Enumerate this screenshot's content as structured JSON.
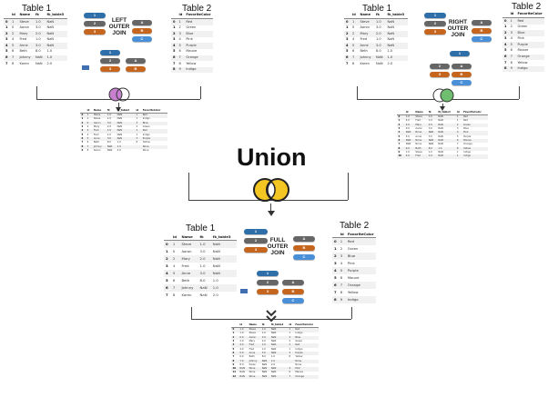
{
  "title": "Union",
  "colors": {
    "blue": "#2f6fa9",
    "gray": "#666666",
    "orange": "#c6661e",
    "lightblue": "#4a90d9",
    "accent": "#3f6fb0",
    "union_left": "#f3c623",
    "union_right": "#f3c623",
    "left_join": "#c77fd0",
    "right_join": "#6fbe6f"
  },
  "left": {
    "table1_title": "Table 1",
    "table2_title": "Table 2",
    "join_label_1": "LEFT",
    "join_label_2": "OUTER",
    "join_label_3": "JOIN",
    "t1_headers": [
      "id",
      "Name",
      "fk",
      "fk_table3"
    ],
    "t1_rows": [
      [
        "0",
        "1",
        "Steve",
        "1.0",
        "NaN"
      ],
      [
        "1",
        "0",
        "Aaron",
        "3.0",
        "NaN"
      ],
      [
        "2",
        "2",
        "Mary",
        "2.0",
        "NaN"
      ],
      [
        "3",
        "4",
        "Fred",
        "1.0",
        "NaN"
      ],
      [
        "4",
        "5",
        "Anne",
        "3.0",
        "NaN"
      ],
      [
        "5",
        "6",
        "Beth",
        "8.0",
        "1.0"
      ],
      [
        "6",
        "7",
        "Johnny",
        "NaN",
        "1.0"
      ],
      [
        "7",
        "8",
        "Karen",
        "NaN",
        "2.0"
      ]
    ],
    "t2_headers": [
      "id",
      "FavoriteColor"
    ],
    "t2_rows": [
      [
        "0",
        "1",
        "Red"
      ],
      [
        "1",
        "2",
        "Green"
      ],
      [
        "2",
        "3",
        "Blue"
      ],
      [
        "3",
        "4",
        "Pink"
      ],
      [
        "4",
        "5",
        "Purple"
      ],
      [
        "5",
        "6",
        "Mauve"
      ],
      [
        "6",
        "7",
        "Orange"
      ],
      [
        "7",
        "8",
        "Yellow"
      ],
      [
        "8",
        "9",
        "Indigo"
      ]
    ],
    "result_headers": [
      "id",
      "Name",
      "fk",
      "fk_table3",
      "id",
      "FavoriteColor"
    ],
    "result_rows": [
      [
        "0",
        "1",
        "Steve",
        "1.0",
        "NaN",
        "1",
        "Red"
      ],
      [
        "1",
        "1",
        "Steve",
        "1.0",
        "NaN",
        "1",
        "Indigo"
      ],
      [
        "2",
        "0",
        "Aaron",
        "3.0",
        "NaN",
        "3",
        "Blue"
      ],
      [
        "3",
        "2",
        "Mary",
        "2.0",
        "NaN",
        "2",
        "Green"
      ],
      [
        "4",
        "4",
        "Fred",
        "1.0",
        "NaN",
        "1",
        "Red"
      ],
      [
        "5",
        "4",
        "Fred",
        "1.0",
        "NaN",
        "1",
        "Indigo"
      ],
      [
        "6",
        "5",
        "Anne",
        "3.0",
        "NaN",
        "3",
        "Purple"
      ],
      [
        "7",
        "6",
        "Beth",
        "8.0",
        "1.0",
        "8",
        "Yellow"
      ],
      [
        "8",
        "7",
        "Johnny",
        "NaN",
        "1.0",
        "",
        "None"
      ],
      [
        "9",
        "8",
        "Karen",
        "NaN",
        "2.0",
        "",
        "None"
      ]
    ],
    "pills": [
      "1",
      "2",
      "3",
      "A",
      "B",
      "C"
    ]
  },
  "right": {
    "table1_title": "Table 1",
    "table2_title": "Table 2",
    "join_label_1": "RIGHT",
    "join_label_2": "OUTER",
    "join_label_3": "JOIN",
    "t1_headers": [
      "id",
      "Name",
      "fk",
      "fk_table3"
    ],
    "t1_rows": [
      [
        "0",
        "1",
        "Steve",
        "1.0",
        "NaN"
      ],
      [
        "1",
        "0",
        "Aaron",
        "3.0",
        "NaN"
      ],
      [
        "2",
        "2",
        "Mary",
        "2.0",
        "NaN"
      ],
      [
        "3",
        "4",
        "Fred",
        "1.0",
        "NaN"
      ],
      [
        "4",
        "5",
        "Anne",
        "3.0",
        "NaN"
      ],
      [
        "5",
        "6",
        "Beth",
        "8.0",
        "1.0"
      ],
      [
        "6",
        "7",
        "Johnny",
        "NaN",
        "1.0"
      ],
      [
        "7",
        "8",
        "Karen",
        "NaN",
        "2.0"
      ]
    ],
    "t2_headers": [
      "id",
      "FavoriteColor"
    ],
    "t2_rows": [
      [
        "0",
        "1",
        "Red"
      ],
      [
        "1",
        "2",
        "Green"
      ],
      [
        "2",
        "3",
        "Blue"
      ],
      [
        "3",
        "4",
        "Pink"
      ],
      [
        "4",
        "5",
        "Purple"
      ],
      [
        "5",
        "6",
        "Mauve"
      ],
      [
        "6",
        "7",
        "Orange"
      ],
      [
        "7",
        "8",
        "Yellow"
      ],
      [
        "8",
        "9",
        "Indigo"
      ]
    ],
    "result_headers": [
      "id",
      "Name",
      "fk",
      "fk_table3",
      "id",
      "FavoriteColor"
    ],
    "result_rows": [
      [
        "0",
        "1.0",
        "Steve",
        "1.0",
        "NaN",
        "1",
        "Red"
      ],
      [
        "1",
        "4.0",
        "Fred",
        "1.0",
        "NaN",
        "1",
        "Red"
      ],
      [
        "2",
        "2.0",
        "Mary",
        "2.0",
        "NaN",
        "2",
        "Green"
      ],
      [
        "3",
        "0.0",
        "Aaron",
        "3.0",
        "NaN",
        "3",
        "Blue"
      ],
      [
        "4",
        "NaN",
        "None",
        "NaN",
        "NaN",
        "4",
        "Pink"
      ],
      [
        "5",
        "5.0",
        "Anne",
        "3.0",
        "NaN",
        "5",
        "Purple"
      ],
      [
        "6",
        "NaN",
        "None",
        "NaN",
        "NaN",
        "6",
        "Mauve"
      ],
      [
        "7",
        "NaN",
        "None",
        "NaN",
        "NaN",
        "7",
        "Orange"
      ],
      [
        "8",
        "6.0",
        "Beth",
        "8.0",
        "1.0",
        "8",
        "Yellow"
      ],
      [
        "9",
        "1.0",
        "Steve",
        "1.0",
        "NaN",
        "1",
        "Indigo"
      ],
      [
        "10",
        "4.0",
        "Fred",
        "1.0",
        "NaN",
        "1",
        "Indigo"
      ]
    ],
    "pills": [
      "1",
      "2",
      "3",
      "A",
      "B",
      "C"
    ]
  },
  "full": {
    "table1_title": "Table 1",
    "table2_title": "Table 2",
    "join_label_1": "FULL",
    "join_label_2": "OUTER",
    "join_label_3": "JOIN",
    "t1_headers": [
      "id",
      "Name",
      "fk",
      "fk_table3"
    ],
    "t1_rows": [
      [
        "0",
        "1",
        "Steve",
        "1.0",
        "NaN"
      ],
      [
        "1",
        "0",
        "Aaron",
        "3.0",
        "NaN"
      ],
      [
        "2",
        "2",
        "Mary",
        "2.0",
        "NaN"
      ],
      [
        "3",
        "4",
        "Fred",
        "1.0",
        "NaN"
      ],
      [
        "4",
        "5",
        "Anne",
        "3.0",
        "NaN"
      ],
      [
        "5",
        "6",
        "Beth",
        "8.0",
        "1.0"
      ],
      [
        "6",
        "7",
        "Johnny",
        "NaN",
        "1.0"
      ],
      [
        "7",
        "8",
        "Karen",
        "NaN",
        "2.0"
      ]
    ],
    "t2_headers": [
      "id",
      "FavoriteColor"
    ],
    "t2_rows": [
      [
        "0",
        "1",
        "Red"
      ],
      [
        "1",
        "2",
        "Green"
      ],
      [
        "2",
        "3",
        "Blue"
      ],
      [
        "3",
        "4",
        "Pink"
      ],
      [
        "4",
        "5",
        "Purple"
      ],
      [
        "5",
        "6",
        "Mauve"
      ],
      [
        "6",
        "7",
        "Orange"
      ],
      [
        "7",
        "8",
        "Yellow"
      ],
      [
        "8",
        "9",
        "Indigo"
      ]
    ],
    "result_headers": [
      "id",
      "Name",
      "fk",
      "fk_table3",
      "id",
      "FavoriteColor"
    ],
    "result_rows": [
      [
        "0",
        "1.0",
        "Steve",
        "1.0",
        "NaN",
        "1",
        "Red"
      ],
      [
        "1",
        "1.0",
        "Steve",
        "1.0",
        "NaN",
        "1",
        "Indigo"
      ],
      [
        "2",
        "0.0",
        "Aaron",
        "3.0",
        "NaN",
        "3",
        "Blue"
      ],
      [
        "3",
        "2.0",
        "Mary",
        "2.0",
        "NaN",
        "2",
        "Green"
      ],
      [
        "4",
        "4.0",
        "Fred",
        "1.0",
        "NaN",
        "1",
        "Red"
      ],
      [
        "5",
        "4.0",
        "Fred",
        "1.0",
        "NaN",
        "1",
        "Indigo"
      ],
      [
        "6",
        "5.0",
        "Anne",
        "3.0",
        "NaN",
        "3",
        "Purple"
      ],
      [
        "7",
        "6.0",
        "Beth",
        "8.0",
        "1.0",
        "8",
        "Yellow"
      ],
      [
        "8",
        "7.0",
        "Johnny",
        "NaN",
        "1.0",
        "",
        "None"
      ],
      [
        "9",
        "8.0",
        "Karen",
        "NaN",
        "2.0",
        "",
        "None"
      ],
      [
        "10",
        "NaN",
        "None",
        "NaN",
        "NaN",
        "4",
        "Pink"
      ],
      [
        "11",
        "NaN",
        "None",
        "NaN",
        "NaN",
        "6",
        "Mauve"
      ],
      [
        "12",
        "NaN",
        "None",
        "NaN",
        "NaN",
        "7",
        "Orange"
      ]
    ],
    "pills": [
      "1",
      "2",
      "3",
      "A",
      "B",
      "C"
    ]
  }
}
